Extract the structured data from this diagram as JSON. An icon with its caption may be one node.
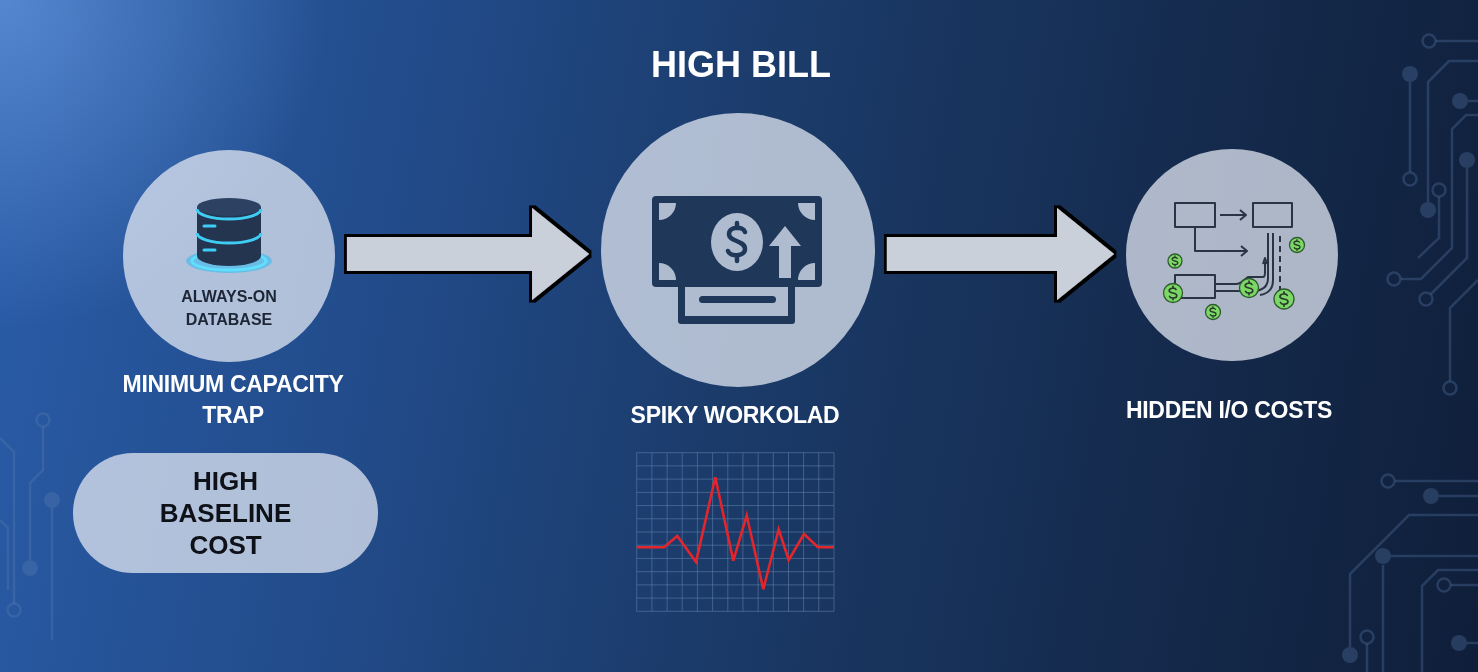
{
  "diagram": {
    "title": "HIGH BILL",
    "nodes": [
      {
        "text": [
          "ALWAYS-ON DATABASE"
        ],
        "beside": [
          "MINIMUM CAPACITY TRAP"
        ]
      },
      {
        "text": [
          "HIGH BASELINE COST"
        ]
      },
      {
        "text": [],
        "shape": "circle",
        "beside": [
          "SPIKY WORKOLAD"
        ]
      },
      {
        "text": [],
        "shape": "circle",
        "beside": [
          "HIDDEN I/O COSTS"
        ]
      }
    ],
    "edges": [
      {
        "from": 0,
        "to": 2,
        "arrow": "to"
      },
      {
        "from": 2,
        "to": 3,
        "arrow": "to"
      }
    ]
  }
}
